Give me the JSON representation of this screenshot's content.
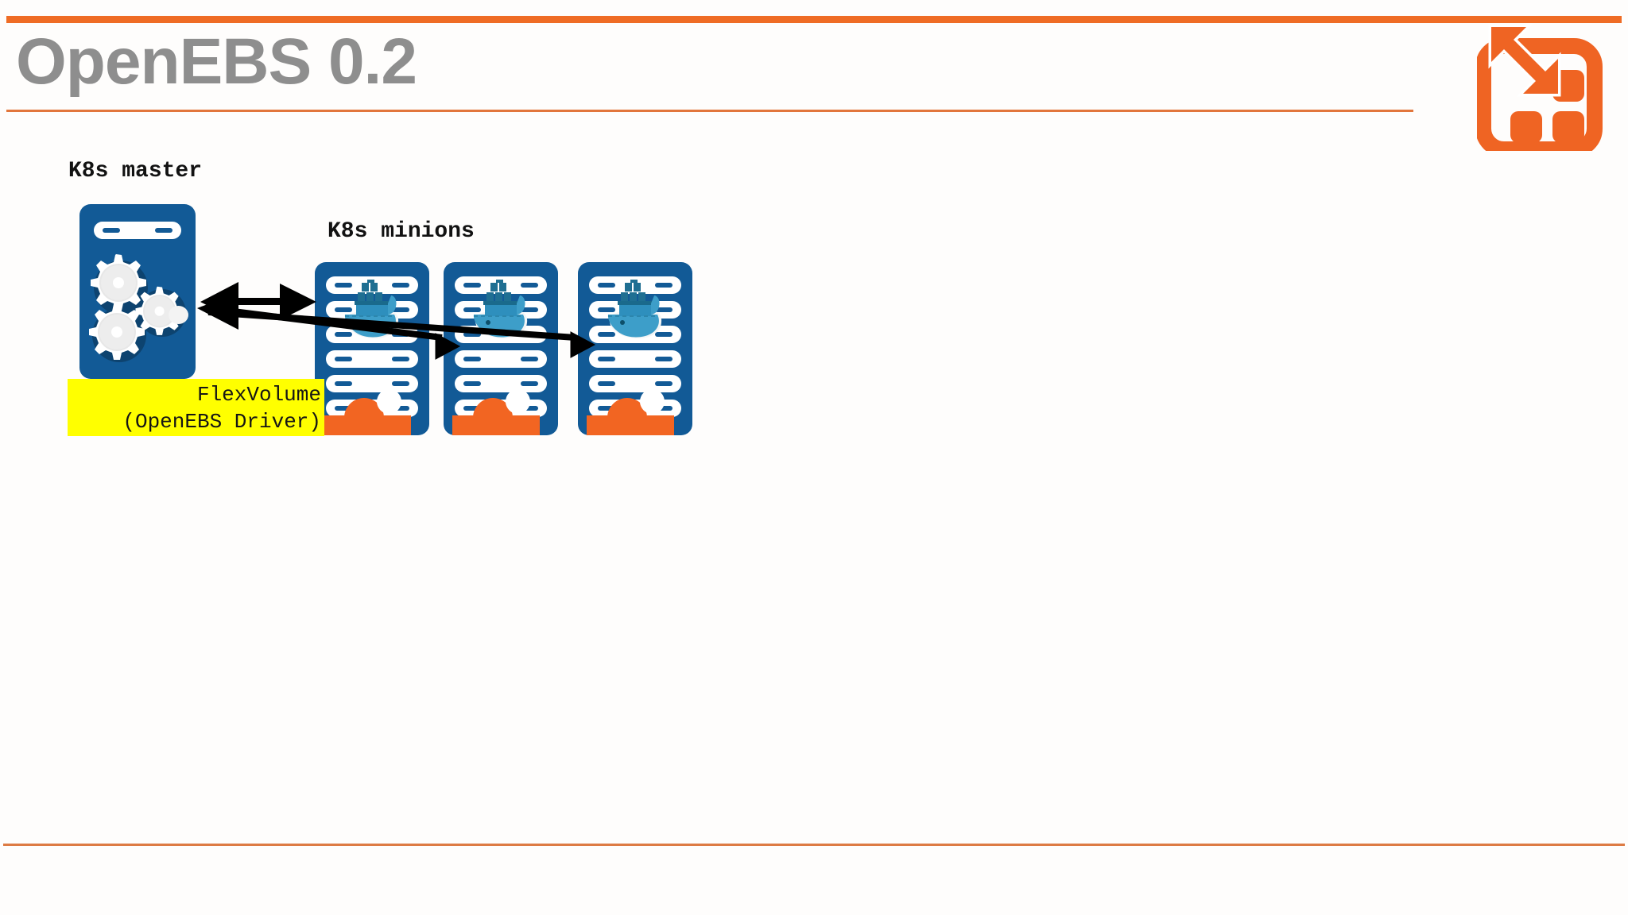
{
  "slide": {
    "title": "OpenEBS 0.2",
    "title_color": "#8e8e8e",
    "accent_color": "#ef6c25",
    "background_color": "#fefdfc"
  },
  "logo": {
    "name": "openebs-logo",
    "color": "#ef6423"
  },
  "diagram": {
    "master_label": "K8s master",
    "minions_label": "K8s minions",
    "callout": {
      "line1": "FlexVolume",
      "line2": "(OpenEBS Driver)",
      "highlight_color": "#ffff00",
      "text_color": "#151515"
    },
    "node_color": "#125a96",
    "accessory_color": "#f26522",
    "master": {
      "name": "k8s-master-node",
      "icon": "gears-icon",
      "gear_count": 3
    },
    "minions": [
      {
        "name": "k8s-minion-node-1",
        "icon": "docker-whale-icon"
      },
      {
        "name": "k8s-minion-node-2",
        "icon": "docker-whale-icon"
      },
      {
        "name": "k8s-minion-node-3",
        "icon": "docker-whale-icon"
      }
    ],
    "connectors": [
      {
        "name": "master-minion1-bidirectional-arrow",
        "type": "double-arrow"
      },
      {
        "name": "master-minion2-arrow",
        "type": "arrow"
      },
      {
        "name": "master-minion3-arrow",
        "type": "arrow"
      }
    ]
  }
}
